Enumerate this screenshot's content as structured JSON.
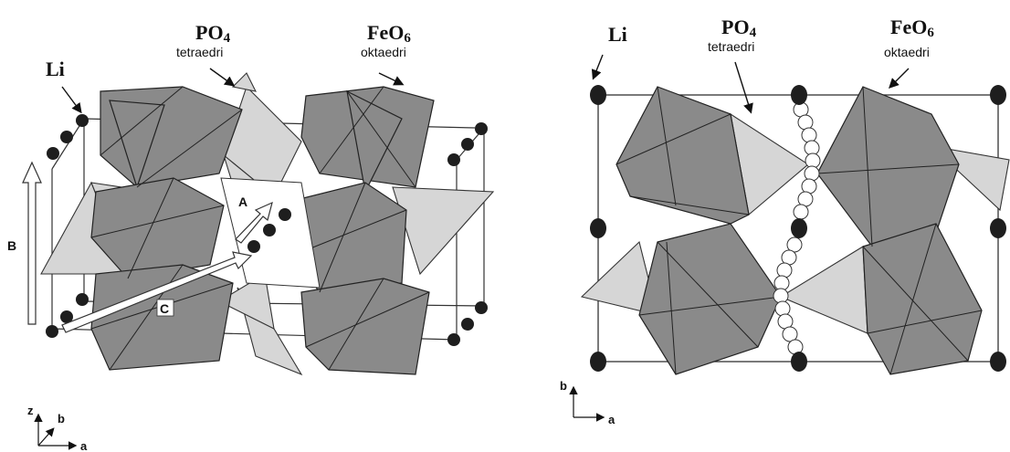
{
  "left_panel": {
    "labels": {
      "li": "Li",
      "po4_formula": "PO",
      "po4_sub": "4",
      "po4_name": "tetraedri",
      "feo6_formula": "FeO",
      "feo6_sub": "6",
      "feo6_name": "oktaedri",
      "axis_b_arrow": "B",
      "arrow_a": "A",
      "arrow_c": "C"
    },
    "axes": {
      "z": "z",
      "b": "b",
      "a": "a"
    }
  },
  "right_panel": {
    "labels": {
      "li": "Li",
      "po4_formula": "PO",
      "po4_sub": "4",
      "po4_name": "tetraedri",
      "feo6_formula": "FeO",
      "feo6_sub": "6",
      "feo6_name": "oktaedri"
    },
    "axes": {
      "b": "b",
      "a": "a"
    }
  },
  "colors": {
    "octahedron_fill": "#8a8a8a",
    "octahedron_face_dark": "#7a7a7a",
    "tetrahedron_fill": "#d6d6d6",
    "atom_fill": "#1e1e1e",
    "edge": "#222222"
  }
}
